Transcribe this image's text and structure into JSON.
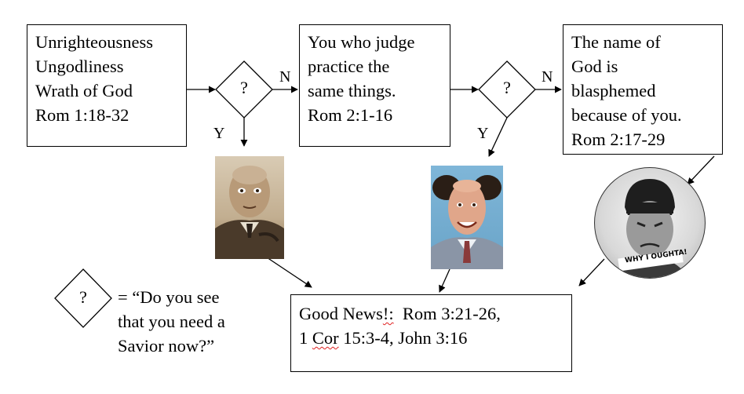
{
  "box1": {
    "lines": [
      "Unrighteousness",
      "Ungodliness",
      "Wrath of God",
      "Rom 1:18-32"
    ]
  },
  "box2": {
    "lines": [
      "You who judge",
      "practice the",
      "same things.",
      "Rom 2:1-16"
    ]
  },
  "box3": {
    "lines": [
      "The name of",
      "God is",
      "blasphemed",
      "because of you.",
      "Rom 2:17-29"
    ]
  },
  "decision": {
    "symbol": "?",
    "yes_label": "Y",
    "no_label": "N"
  },
  "legend": {
    "symbol": "?",
    "lines": [
      "= “Do you see",
      "that you need a",
      "Savior now?”"
    ]
  },
  "goodnews": {
    "line1_a": "Good News",
    "line1_b": "!:",
    "line1_c": "  Rom 3:21-26,",
    "line2_a": "1 ",
    "line2_b": "Cor",
    "line2_c": " 15:3-4, John 3:16"
  },
  "photo3": {
    "caption": "WHY I OUGHTA!"
  },
  "colors": {
    "stroke": "#000000",
    "spellcheck": "#e02020",
    "sepia": "#8a7050",
    "sky": "#6aa4c8"
  }
}
